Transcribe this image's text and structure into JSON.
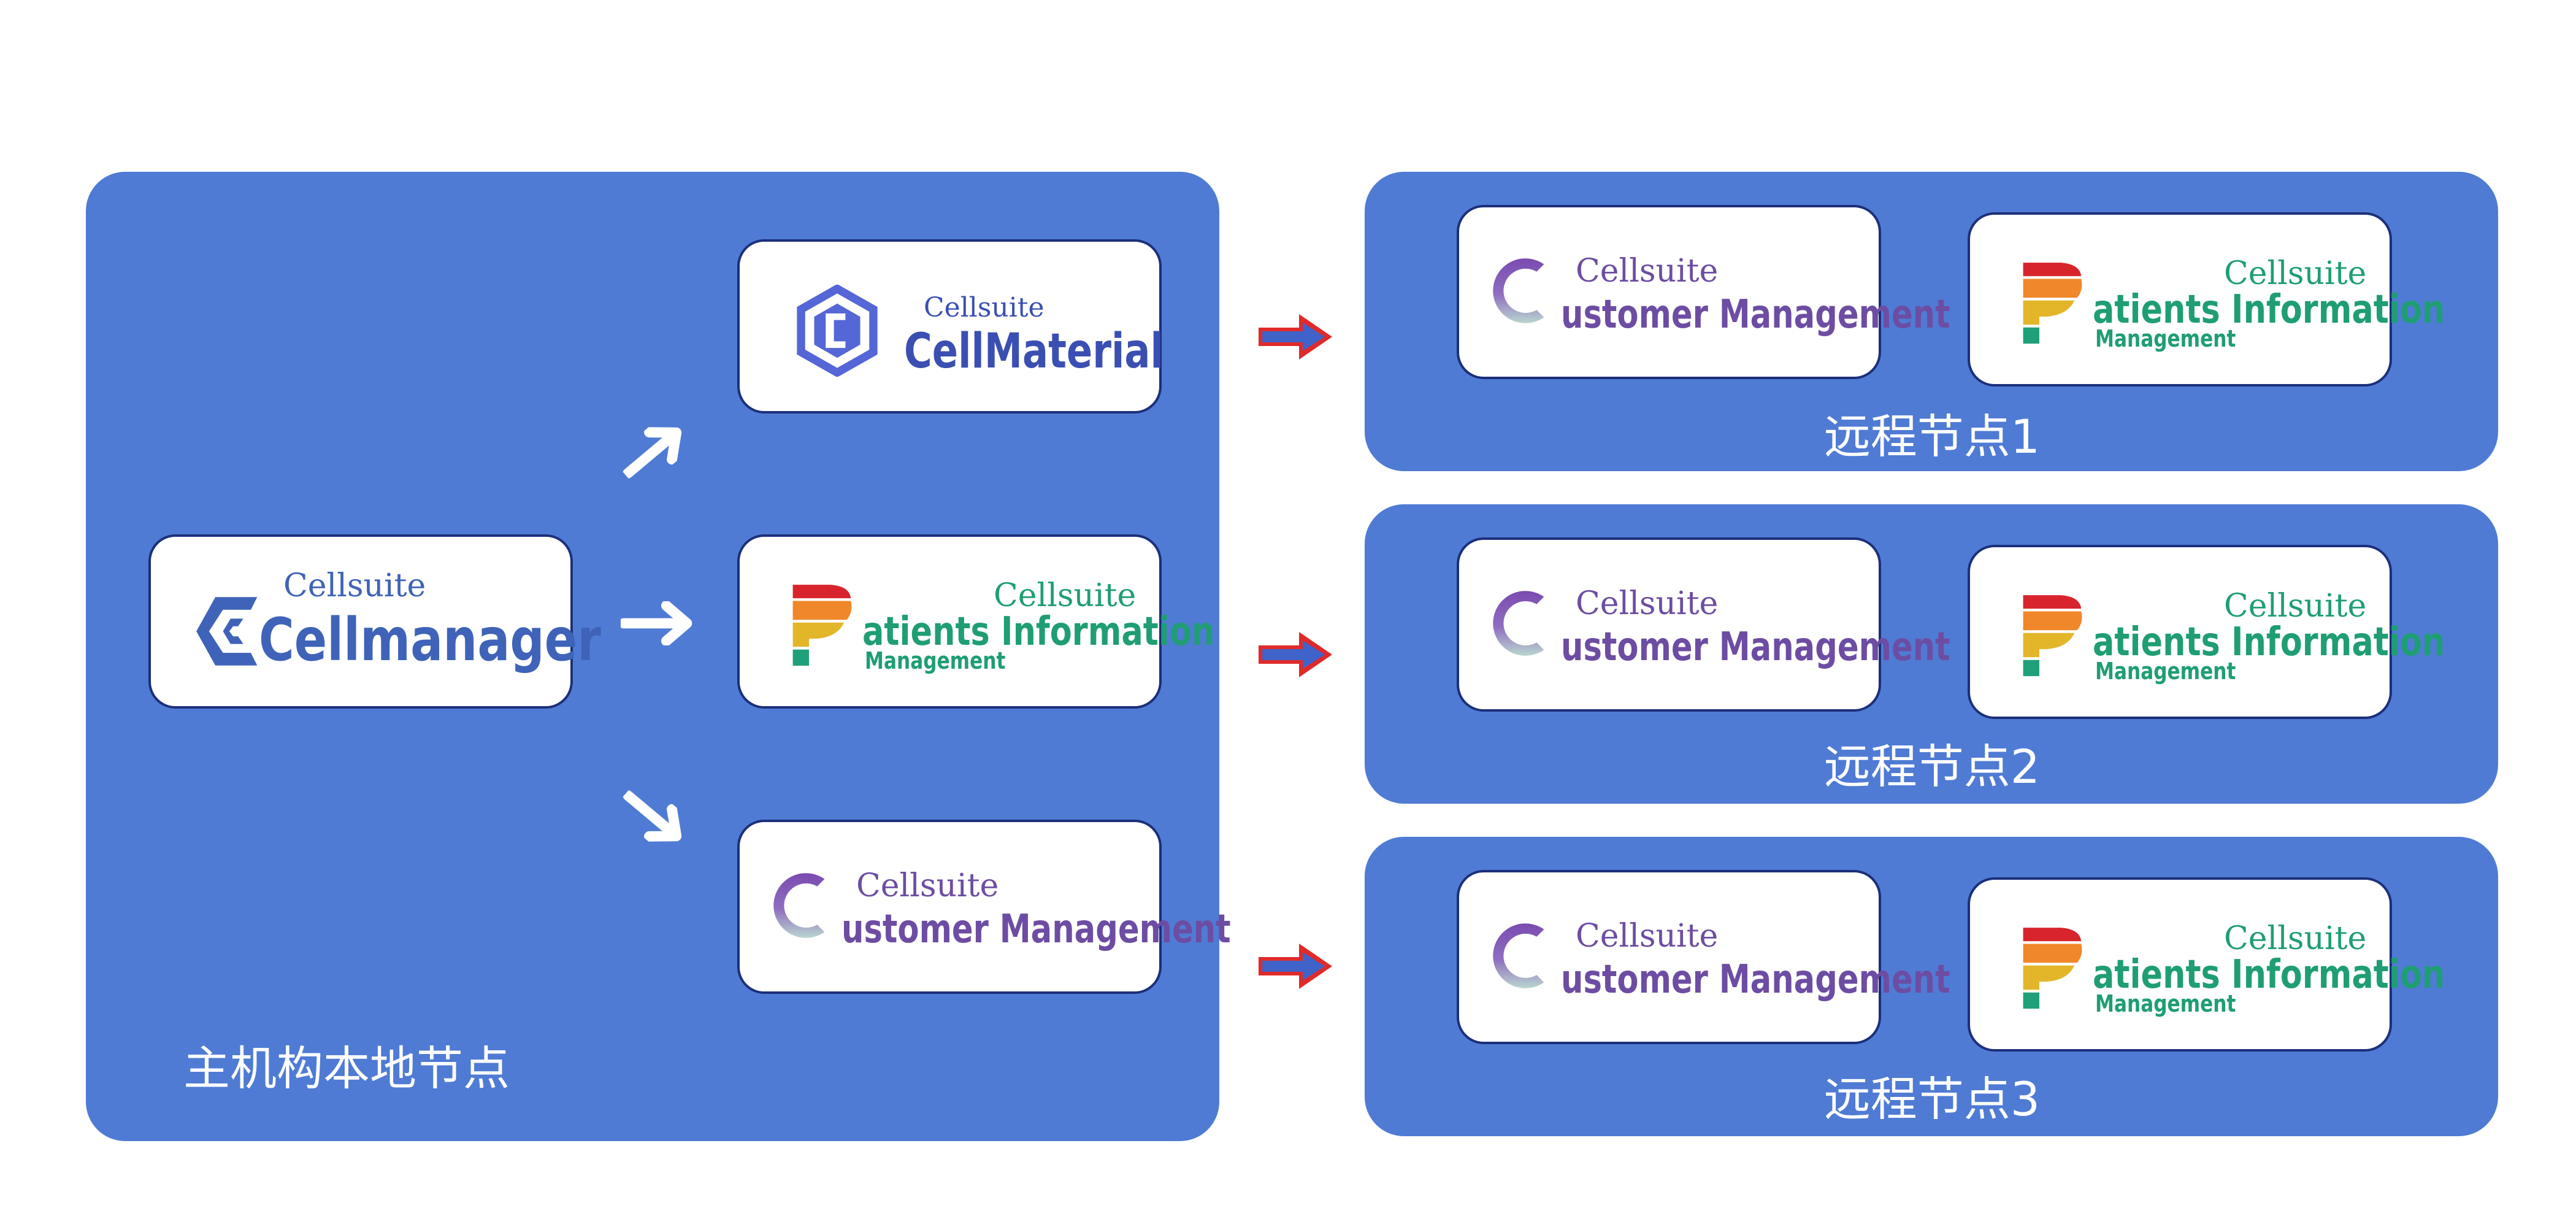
{
  "colors": {
    "panel": "#4f7bd4",
    "card_border": "#1c2f7a",
    "cellmanager": "#3f63b8",
    "cellmaterial": "#3b4fb2",
    "customer": "#6d4da3",
    "patients": "#1f9e73",
    "arrow_white": "#ffffff",
    "arrow_blue": "#3f63c9",
    "arrow_red": "#e02a2a"
  },
  "local_node": {
    "label": "主机构本地节点",
    "cellmanager": {
      "brand": "Cellsuite",
      "product": "Cellmanager",
      "icon": "cellmanager-c-icon"
    },
    "cellmaterial": {
      "brand": "Cellsuite",
      "product": "CellMaterial",
      "icon": "cellmaterial-hexagon-icon"
    },
    "patients": {
      "brand": "Cellsuite",
      "product": "atients Information",
      "sub": "Management",
      "icon": "patients-p-icon"
    },
    "customer": {
      "brand": "Cellsuite",
      "product": "ustomer Management",
      "icon": "customer-c-icon"
    }
  },
  "remote_nodes": [
    {
      "label": "远程节点1",
      "customer": {
        "brand": "Cellsuite",
        "product": "ustomer Management"
      },
      "patients": {
        "brand": "Cellsuite",
        "product": "atients Information",
        "sub": "Management"
      }
    },
    {
      "label": "远程节点2",
      "customer": {
        "brand": "Cellsuite",
        "product": "ustomer Management"
      },
      "patients": {
        "brand": "Cellsuite",
        "product": "atients Information",
        "sub": "Management"
      }
    },
    {
      "label": "远程节点3",
      "customer": {
        "brand": "Cellsuite",
        "product": "ustomer Management"
      },
      "patients": {
        "brand": "Cellsuite",
        "product": "atients Information",
        "sub": "Management"
      }
    }
  ]
}
